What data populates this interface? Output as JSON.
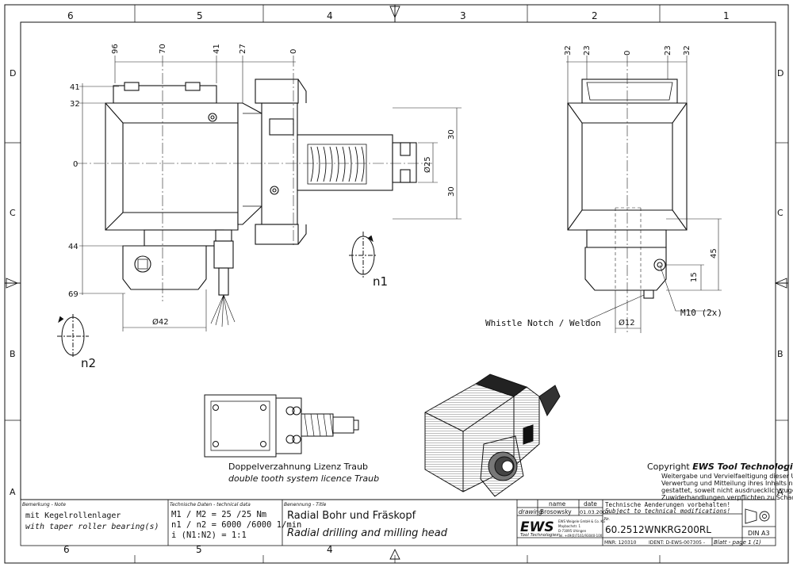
{
  "frame": {
    "col_labels": [
      "6",
      "5",
      "4",
      "3",
      "2",
      "1"
    ],
    "row_labels": [
      "D",
      "C",
      "B",
      "A"
    ]
  },
  "front_view": {
    "dims_top": [
      "96",
      "70",
      "41",
      "27",
      "0"
    ],
    "dims_left": [
      "41",
      "32",
      "0",
      "44",
      "69"
    ],
    "dims_right": [
      "30",
      "30"
    ],
    "diameter_shaft": "Ø25",
    "diameter_flange": "Ø42",
    "rotation_1": "n1",
    "rotation_2": "n2"
  },
  "side_view": {
    "dims_top": [
      "32",
      "23",
      "0",
      "23",
      "32"
    ],
    "dims_right": [
      "45",
      "15"
    ],
    "diameter_tool": "Ø12",
    "callout_notch": "Whistle Notch / Weldon",
    "callout_thread": "M10 (2x)"
  },
  "detail": {
    "caption_de": "Doppelverzahnung Lizenz Traub",
    "caption_en": "double tooth system licence Traub"
  },
  "copyright": {
    "title_prefix": "Copyright ",
    "title_brand": "EWS Tool Technologies",
    "line1": "Weitergabe und Vervielfaeltigung dieser Unterlage,",
    "line2": "Verwertung und Mitteilung ihres Inhalts nicht",
    "line3": "gestattet, soweit nicht ausdruecklich zugestanden.",
    "line4": "Zuwiderhandlungen verpflichten zu Schadenersatz."
  },
  "title_block": {
    "note_label": "Bemerkung - Note",
    "note_de": "mit Kegelrollenlager",
    "note_en": "with taper roller bearing(s)",
    "tech_label": "Technische Daten - technical data",
    "tech_line1": "M1 / M2 = 25  /25  Nm",
    "tech_line2": "n1 / n2 = 6000 /6000  1/min",
    "tech_line3": "i  (N1:N2)  = 1:1",
    "title_label": "Benennung - Title",
    "title_de": "Radial Bohr und Fräskopf",
    "title_en": "Radial drilling and milling head",
    "hdr_name": "name",
    "hdr_date": "date",
    "row_drawing": "drawing",
    "drawer": "Brosowsky",
    "date": "01.03.2007",
    "logo": "EWS",
    "logo_sub": "Tool Technologies",
    "company_line1": "EWS Weigele GmbH & Co. KG",
    "company_line2": "Maybachstr. 1",
    "company_line3": "D-73095 Uhingen",
    "company_line4": "Tel. +49(0)7161/93040-100",
    "change_de": "Technische Aenderungen vorbehalten!",
    "change_en": "Subject to technical modifications!",
    "nr_label": "Nr.",
    "part_number": "60.2512WNKRG200RL",
    "mnr": "MNR: 120310",
    "ident": "IDENT: D-EWS-007305 -",
    "sheet": "Blatt - page  1 (1)",
    "format": "DIN A3"
  }
}
